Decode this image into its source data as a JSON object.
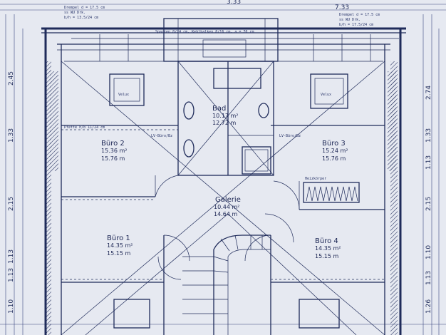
{
  "plan": {
    "rooms": [
      {
        "name": "Bad",
        "area": "10.17 m²",
        "perimeter": "12.72 m"
      },
      {
        "name": "Büro 2",
        "area": "15.36 m²",
        "perimeter": "15.76 m"
      },
      {
        "name": "Büro 3",
        "area": "15.24 m²",
        "perimeter": "15.76 m"
      },
      {
        "name": "Galerie",
        "area": "10.44 m²",
        "perimeter": "14.64 m"
      },
      {
        "name": "Büro 1",
        "area": "14.35 m²",
        "perimeter": "15.15 m"
      },
      {
        "name": "Büro 4",
        "area": "14.35 m²",
        "perimeter": "15.15 m"
      }
    ],
    "top_notes": {
      "left": [
        "Drempel d = 17.5 cm",
        "ss WU Drk.",
        "b/h = 13.5/24 cm"
      ],
      "center": "Sparren 8/24 cm, Kehlbalken 8/16 cm, a = 70 cm",
      "right": [
        "Drempel d = 17.5 cm",
        "ss WU Drk.",
        "b/h = 17.5/24 cm"
      ]
    },
    "small_labels": {
      "pfette": "Pfette h/b 11/24 cm",
      "ly_buero_2": "LV-Büro/Bz",
      "ly_buero_3": "LV-Büro/Bz",
      "heizung": "Heizkörper",
      "gaube_left": "Velux",
      "gaube_right": "Velux"
    },
    "left_dims": [
      "2.45",
      "1.33",
      "2.15",
      "1.13",
      "1.13",
      "1.10"
    ],
    "right_dims": [
      "2.74",
      "1.33",
      "1.13",
      "2.15",
      "1.10",
      "1.13",
      "1.26"
    ],
    "top_dims": [
      "3.33",
      "7.33"
    ]
  }
}
